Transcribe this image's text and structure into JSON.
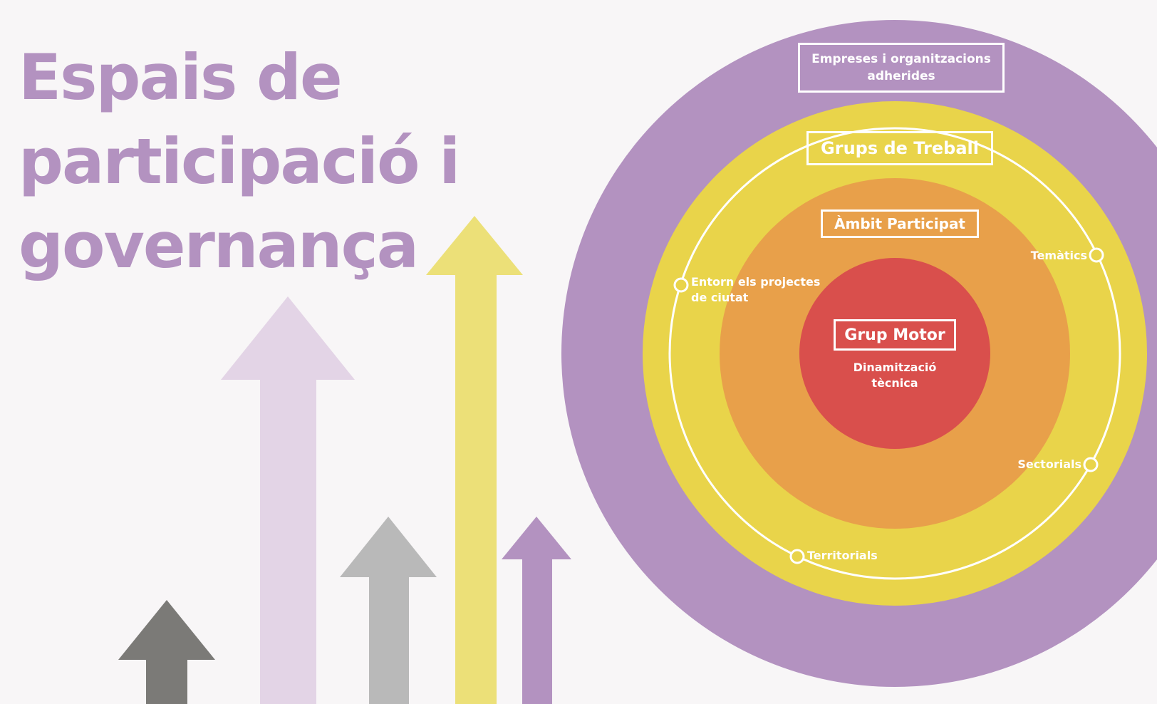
{
  "title": {
    "line1": "Espais de",
    "line2": "participació i",
    "line3": "governança"
  },
  "colors": {
    "purple": "#b392c0",
    "yellow": "#e9d44a",
    "orange": "#e8a04a",
    "red": "#d94f4c",
    "light_purple": "#e3d4e6",
    "gray": "#b9b9b9",
    "dark_gray": "#7b7a77",
    "light_yellow": "#ece078"
  },
  "circles": {
    "outer": {
      "label_line1": "Empreses i organitzacions",
      "label_line2": "adherides"
    },
    "work_groups": {
      "label": "Grups de Treball"
    },
    "participant": {
      "label": "Àmbit Participat"
    },
    "core": {
      "label": "Grup Motor",
      "sub_line1": "Dinamització",
      "sub_line2": "tècnica"
    }
  },
  "orbit_nodes": {
    "entorn_line1": "Entorn els projectes",
    "entorn_line2": "de ciutat",
    "tematics": "Temàtics",
    "sectorials": "Sectorials",
    "territorials": "Territorials"
  }
}
